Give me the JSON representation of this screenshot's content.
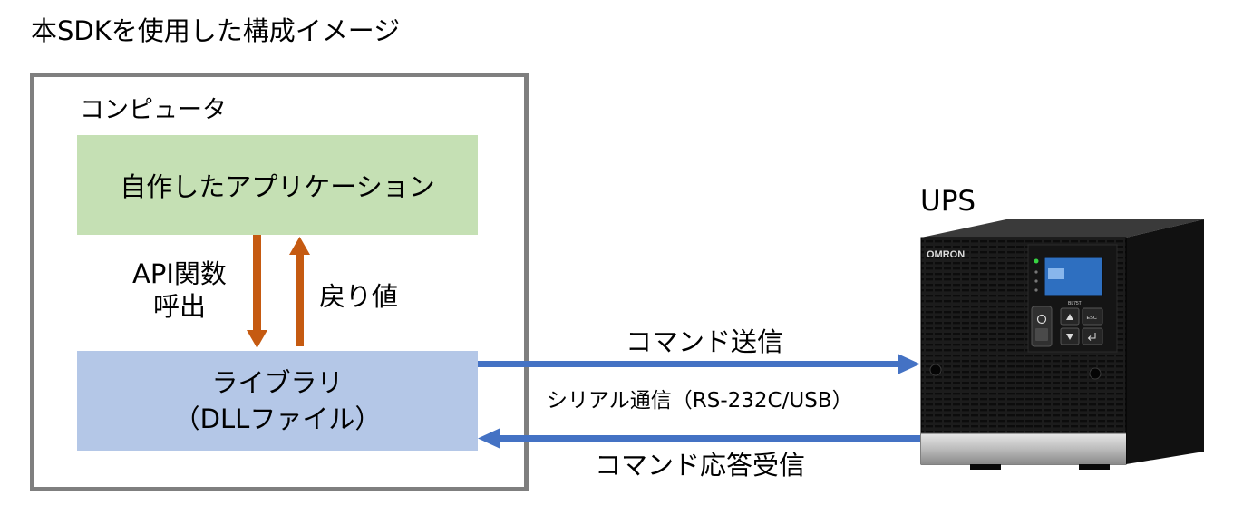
{
  "title": "本SDKを使用した構成イメージ",
  "computer": {
    "label": "コンピュータ",
    "app_box": "自作したアプリケーション",
    "library_box": {
      "line1": "ライブラリ",
      "line2": "（DLLファイル）"
    },
    "api_call": {
      "line1": "API関数",
      "line2": "呼出"
    },
    "return_value": "戻り値"
  },
  "communication": {
    "command_send": "コマンド送信",
    "serial": "シリアル通信（RS-232C/USB）",
    "command_receive": "コマンド応答受信"
  },
  "ups": {
    "label": "UPS",
    "brand": "OMRON",
    "model": "BL75T",
    "esc_label": "ESC"
  },
  "colors": {
    "frame": "#7f7f7f",
    "app_box": "#c5e0b4",
    "library_box": "#b4c7e7",
    "orange_arrow": "#c55a11",
    "blue_arrow": "#4472c4"
  }
}
